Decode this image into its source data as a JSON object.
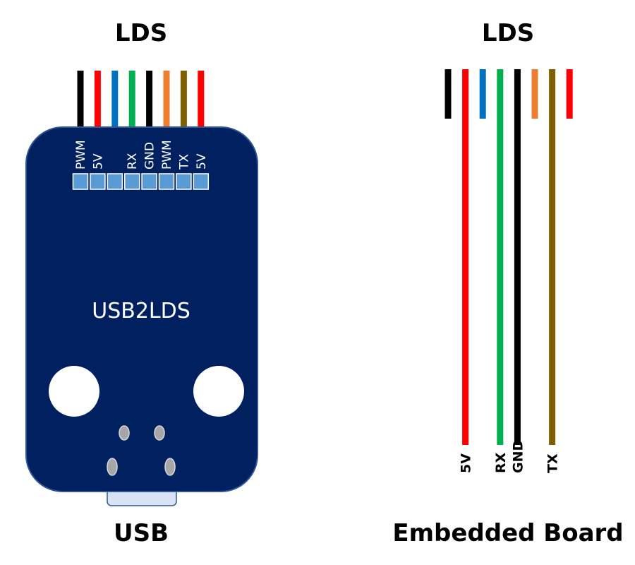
{
  "left": {
    "heading": "LDS",
    "board_name": "USB2LDS",
    "footer": "USB",
    "wire_colors": [
      "#000000",
      "#ff0000",
      "#0070c0",
      "#00b050",
      "#000000",
      "#ed7d31",
      "#7f6000",
      "#ff0000"
    ],
    "pins": [
      "PWM",
      "5V",
      "",
      "RX",
      "GND",
      "PWM",
      "TX",
      "5V"
    ],
    "colors": {
      "board": "#002060",
      "board_border": "#2f5597",
      "pad": "#5b9bd5",
      "usb_port": "#dae3f3",
      "via": "#a6a6a6"
    }
  },
  "right": {
    "heading": "LDS",
    "footer": "Embedded Board",
    "wire_colors": [
      "#000000",
      "#ff0000",
      "#0070c0",
      "#00b050",
      "#000000",
      "#ed7d31",
      "#7f6000",
      "#ff0000"
    ],
    "long_wires": [
      false,
      true,
      false,
      true,
      true,
      false,
      true,
      false
    ],
    "labels": [
      "",
      "5V",
      "",
      "RX",
      "GND",
      "",
      "TX",
      ""
    ]
  }
}
